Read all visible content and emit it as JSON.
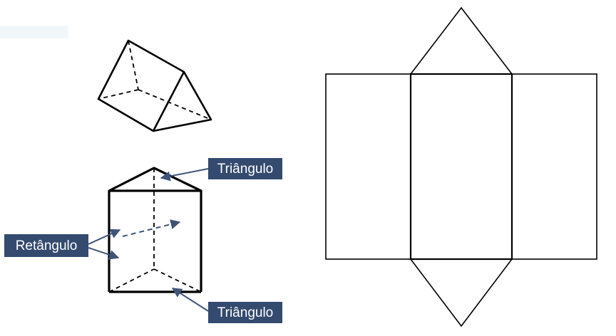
{
  "labels": {
    "triangle_top": "Triângulo",
    "rectangle": "Retângulo",
    "triangle_bottom": "Triângulo"
  },
  "colors": {
    "label_background": "#344a6e",
    "label_text": "#ffffff",
    "line": "#000000",
    "arrow": "#3f5478",
    "watermark": "#eef4f8"
  },
  "icons": {
    "arrow_head": "arrow-head-icon"
  }
}
